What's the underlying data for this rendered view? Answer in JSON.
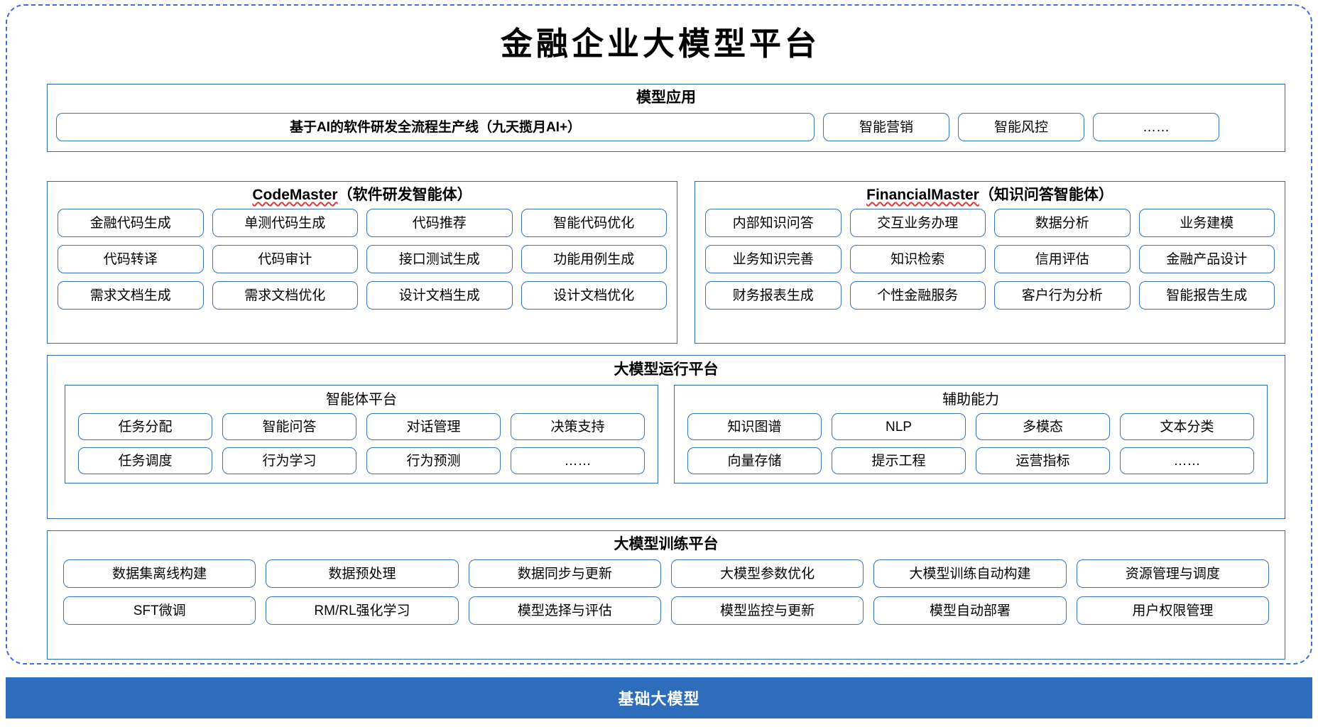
{
  "title": "金融企业大模型平台",
  "sections": {
    "apps": {
      "title": "模型应用",
      "pipeline": "基于AI的软件研发全流程生产线（九天揽月AI+）",
      "items": [
        "智能营销",
        "智能风控",
        "……"
      ]
    },
    "codemaster": {
      "name": "CodeMaster",
      "subtitle": "（软件研发智能体）",
      "items": [
        "金融代码生成",
        "单测代码生成",
        "代码推荐",
        "智能代码优化",
        "代码转译",
        "代码审计",
        "接口测试生成",
        "功能用例生成",
        "需求文档生成",
        "需求文档优化",
        "设计文档生成",
        "设计文档优化"
      ]
    },
    "financialmaster": {
      "name": "FinancialMaster",
      "subtitle": "（知识问答智能体）",
      "items": [
        "内部知识问答",
        "交互业务办理",
        "数据分析",
        "业务建模",
        "业务知识完善",
        "知识检索",
        "信用评估",
        "金融产品设计",
        "财务报表生成",
        "个性金融服务",
        "客户行为分析",
        "智能报告生成"
      ]
    },
    "runtime": {
      "title": "大模型运行平台",
      "agent_platform": {
        "title": "智能体平台",
        "items": [
          "任务分配",
          "智能问答",
          "对话管理",
          "决策支持",
          "任务调度",
          "行为学习",
          "行为预测",
          "……"
        ]
      },
      "support_ability": {
        "title": "辅助能力",
        "items": [
          "知识图谱",
          "NLP",
          "多模态",
          "文本分类",
          "向量存储",
          "提示工程",
          "运营指标",
          "……"
        ]
      }
    },
    "training": {
      "title": "大模型训练平台",
      "items": [
        "数据集离线构建",
        "数据预处理",
        "数据同步与更新",
        "大模型参数优化",
        "大模型训练自动构建",
        "资源管理与调度",
        "SFT微调",
        "RM/RL强化学习",
        "模型选择与评估",
        "模型监控与更新",
        "模型自动部署",
        "用户权限管理"
      ]
    },
    "base": {
      "title": "基础大模型"
    }
  },
  "colors": {
    "frame_dashed": "#3a6fd8",
    "panel_border": "#2f6bb0",
    "pill_border": "#3a74bb",
    "base_band": "#2d6dbc",
    "spellcheck_underline": "#e03a3a",
    "text": "#000000",
    "base_band_text": "#ffffff"
  }
}
